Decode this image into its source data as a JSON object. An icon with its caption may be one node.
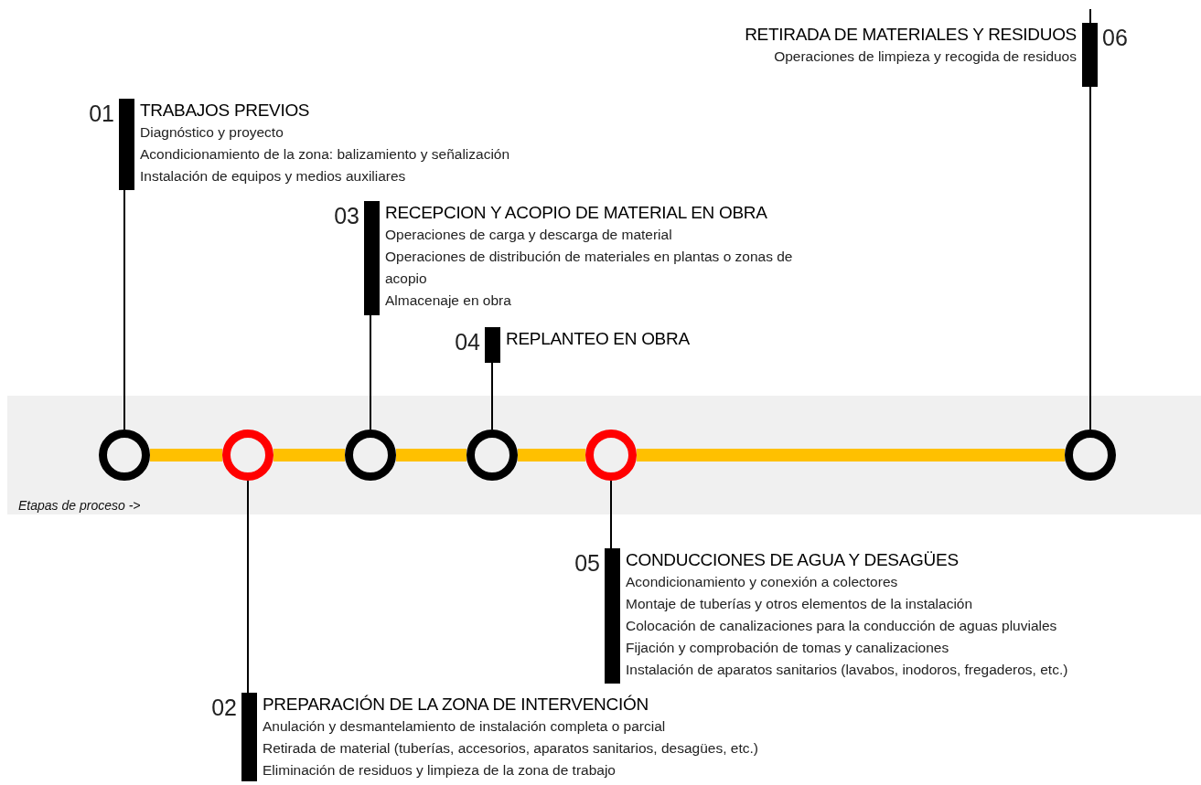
{
  "diagram": {
    "nodes": [
      {
        "text": [
          "RETIRADA DE MATERIALES Y RESIDUOS",
          "Operaciones de limpieza y recogida de residuos"
        ],
        "beside": [
          "06"
        ]
      },
      {
        "text": [
          "TRABAJOS PREVIOS",
          "Diagnóstico y proyecto",
          "Acondicionamiento de la zona: balizamiento y señalización",
          "Instalación de equipos y medios auxiliares"
        ],
        "beside": [
          "01"
        ]
      },
      {
        "text": [
          "RECEPCION Y ACOPIO DE MATERIAL EN OBRA",
          "Operaciones de carga y descarga de material",
          "Operaciones de distribución de materiales en plantas o zonas de acopio",
          "Almacenaje en obra"
        ],
        "beside": [
          "03"
        ]
      },
      {
        "text": [
          "REPLANTEO EN OBRA"
        ],
        "beside": [
          "04"
        ]
      },
      {
        "text": [
          "Etapas de proceso ->"
        ]
      },
      {
        "text": [],
        "shape": "circle",
        "in": 4
      },
      {
        "text": [],
        "shape": "circle",
        "in": 4
      },
      {
        "text": [],
        "shape": "circle",
        "in": 4
      },
      {
        "text": [],
        "shape": "circle",
        "in": 4
      },
      {
        "text": [],
        "shape": "circle",
        "in": 4
      },
      {
        "text": [],
        "shape": "circle",
        "in": 4
      },
      {
        "text": [
          "CONDUCCIONES DE AGUA Y DESAGÜES",
          "Acondicionamiento y conexión a colectores",
          "Montaje de tuberías y otros elementos de la instalación",
          "Colocación de canalizaciones para la conducción de aguas pluviales",
          "Fijación y comprobación de tomas y canalizaciones",
          "Instalación de aparatos sanitarios (lavabos, inodoros, fregaderos, etc.)"
        ],
        "beside": [
          "05"
        ]
      },
      {
        "text": [
          "PREPARACIÓN DE LA ZONA DE INTERVENCIÓN",
          "Anulación y desmantelamiento de instalación completa o parcial",
          "Retirada de material (tuberías, accesorios, aparatos sanitarios, desagües, etc.)",
          "Eliminación de residuos y limpieza de la zona de trabajo"
        ],
        "beside": [
          "02"
        ]
      }
    ],
    "edges": [
      {
        "from": 5,
        "to": 6,
        "arrow": "none",
        "style": "thick",
        "color": "#ffc000"
      },
      {
        "from": 6,
        "to": 7,
        "arrow": "none",
        "style": "thick",
        "color": "#ffc000"
      },
      {
        "from": 7,
        "to": 8,
        "arrow": "none",
        "style": "thick",
        "color": "#ffc000"
      },
      {
        "from": 8,
        "to": 9,
        "arrow": "none",
        "style": "thick",
        "color": "#ffc000"
      },
      {
        "from": 9,
        "to": 10,
        "arrow": "none",
        "style": "thick",
        "color": "#ffc000"
      },
      {
        "from": 5,
        "to": 1,
        "arrow": "none"
      },
      {
        "from": 6,
        "to": 12,
        "arrow": "none"
      },
      {
        "from": 7,
        "to": 2,
        "arrow": "none"
      },
      {
        "from": 8,
        "to": 3,
        "arrow": "none"
      },
      {
        "from": 9,
        "to": 11,
        "arrow": "none"
      },
      {
        "from": 10,
        "to": 0,
        "arrow": "none"
      }
    ]
  }
}
